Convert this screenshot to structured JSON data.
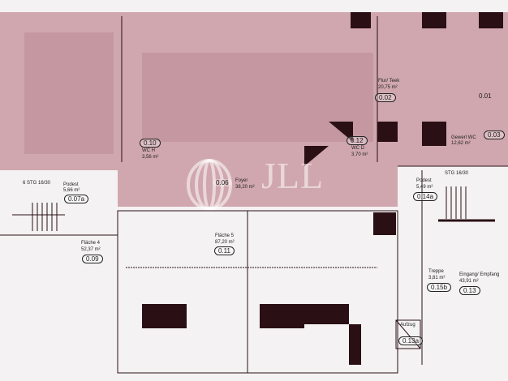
{
  "watermark": "JLL",
  "colors": {
    "highlight": "#c99aa2",
    "wall": "#2a1015",
    "paper": "#f4f2f2"
  },
  "rooms": [
    {
      "id": "0.01",
      "name": "",
      "area": ""
    },
    {
      "id": "0.02",
      "name": "Flur/ Teek",
      "area": "20,75 m²"
    },
    {
      "id": "0.03",
      "name": "Gewerl WC",
      "area": "12,62 m²"
    },
    {
      "id": "0.06",
      "name": "Foyer",
      "area": "38,20 m²"
    },
    {
      "id": "0.07a",
      "name": "Podest",
      "area": "5,66 m²"
    },
    {
      "id": "0.09",
      "name": "Fläche 4",
      "area": "52,37 m²"
    },
    {
      "id": "0.10",
      "name": "WC H",
      "area": "3,56 m²"
    },
    {
      "id": "0.11",
      "name": "Fläche 5",
      "area": "87,20 m²"
    },
    {
      "id": "0.12",
      "name": "WC D",
      "area": "3,70 m²"
    },
    {
      "id": "0.13",
      "name": "Eingang/ Empfang",
      "area": "43,91 m²"
    },
    {
      "id": "0.13a",
      "name": "Aufzug",
      "area": ""
    },
    {
      "id": "0.14a",
      "name": "Podest",
      "area": "5,49 m²"
    },
    {
      "id": "0.15b",
      "name": "Treppe",
      "area": "3,81 m²"
    }
  ],
  "stair_note_left": "6 STG 16/30",
  "stair_note_right": "STG 16/30"
}
